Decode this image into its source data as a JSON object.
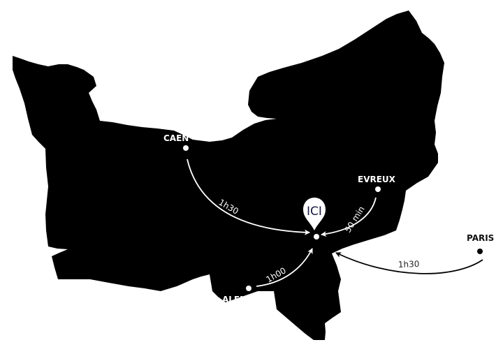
{
  "map": {
    "region_fill": "#000000",
    "destination": {
      "label": "ICI",
      "pin_color": "#ffffff",
      "label_color": "#1a1a40"
    },
    "cities": [
      {
        "name": "CAEN",
        "duration": "1h30"
      },
      {
        "name": "EVREUX",
        "duration": "50 min"
      },
      {
        "name": "ALENÇON",
        "duration": "1h00"
      },
      {
        "name": "PARIS",
        "duration": "1h30"
      }
    ]
  }
}
